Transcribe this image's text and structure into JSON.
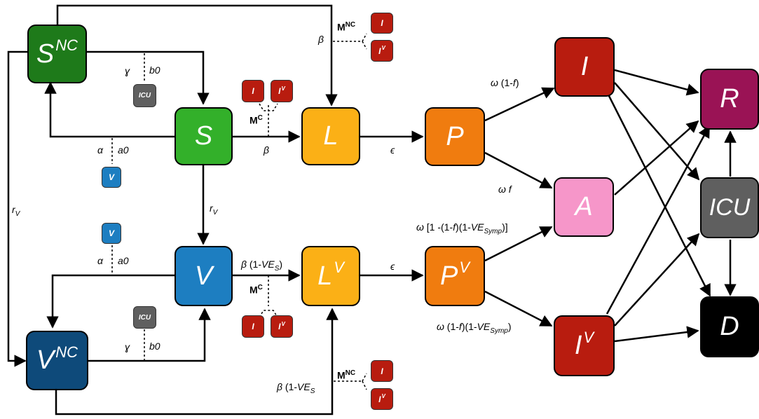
{
  "colors": {
    "S_nc": "#1e7a1a",
    "S": "#33b02a",
    "L": "#fbb016",
    "P": "#f07c0f",
    "V": "#1d7ec1",
    "V_nc": "#0e4a7a",
    "I": "#b81c0f",
    "A": "#f696c9",
    "R": "#9a1355",
    "ICU": "#5f5f5f",
    "D": "#000000",
    "mini_I": "#b81c0f",
    "mini_V": "#1d7ec1",
    "mini_ICU": "#5f5f5f"
  },
  "nodes": {
    "s_nc": {
      "main": "S",
      "sup": "NC"
    },
    "s": {
      "main": "S"
    },
    "l": {
      "main": "L"
    },
    "p": {
      "main": "P"
    },
    "v": {
      "main": "V"
    },
    "l_v": {
      "main": "L",
      "sup": "V"
    },
    "p_v": {
      "main": "P",
      "sup": "V"
    },
    "v_nc": {
      "main": "V",
      "sup": "NC"
    },
    "i": {
      "main": "I"
    },
    "a": {
      "main": "A"
    },
    "i_v": {
      "main": "I",
      "sup": "V"
    },
    "r": {
      "main": "R"
    },
    "icu": {
      "main": "ICU"
    },
    "d": {
      "main": "D"
    }
  },
  "mini": {
    "i": "I",
    "v_sup": "V",
    "v": "V",
    "icu": "ICU"
  },
  "labels": {
    "beta": "β",
    "gamma": "ɣ",
    "b0": "b0",
    "alpha": "α",
    "a0": "a0",
    "rv_r": "r",
    "rv_sub": "V",
    "epsilon": "ϵ",
    "omega": "ω",
    "m_main": "M",
    "m_nc": "NC",
    "m_c": "C",
    "omega_1f": "(1-",
    "f": "f",
    "close_paren": ")",
    "omega_f": "f",
    "beta_ve_open": "(1-",
    "ve": "VE",
    "ve_sub": "S",
    "omega_av_a": "[1 -(1-",
    "omega_av_b": ")(1-",
    "ve_symp_sub": "Symp",
    "omega_av_c": ")]",
    "omega_iv_a": "(1-",
    "omega_iv_b": ")(1-",
    "omega_iv_c": ")"
  }
}
